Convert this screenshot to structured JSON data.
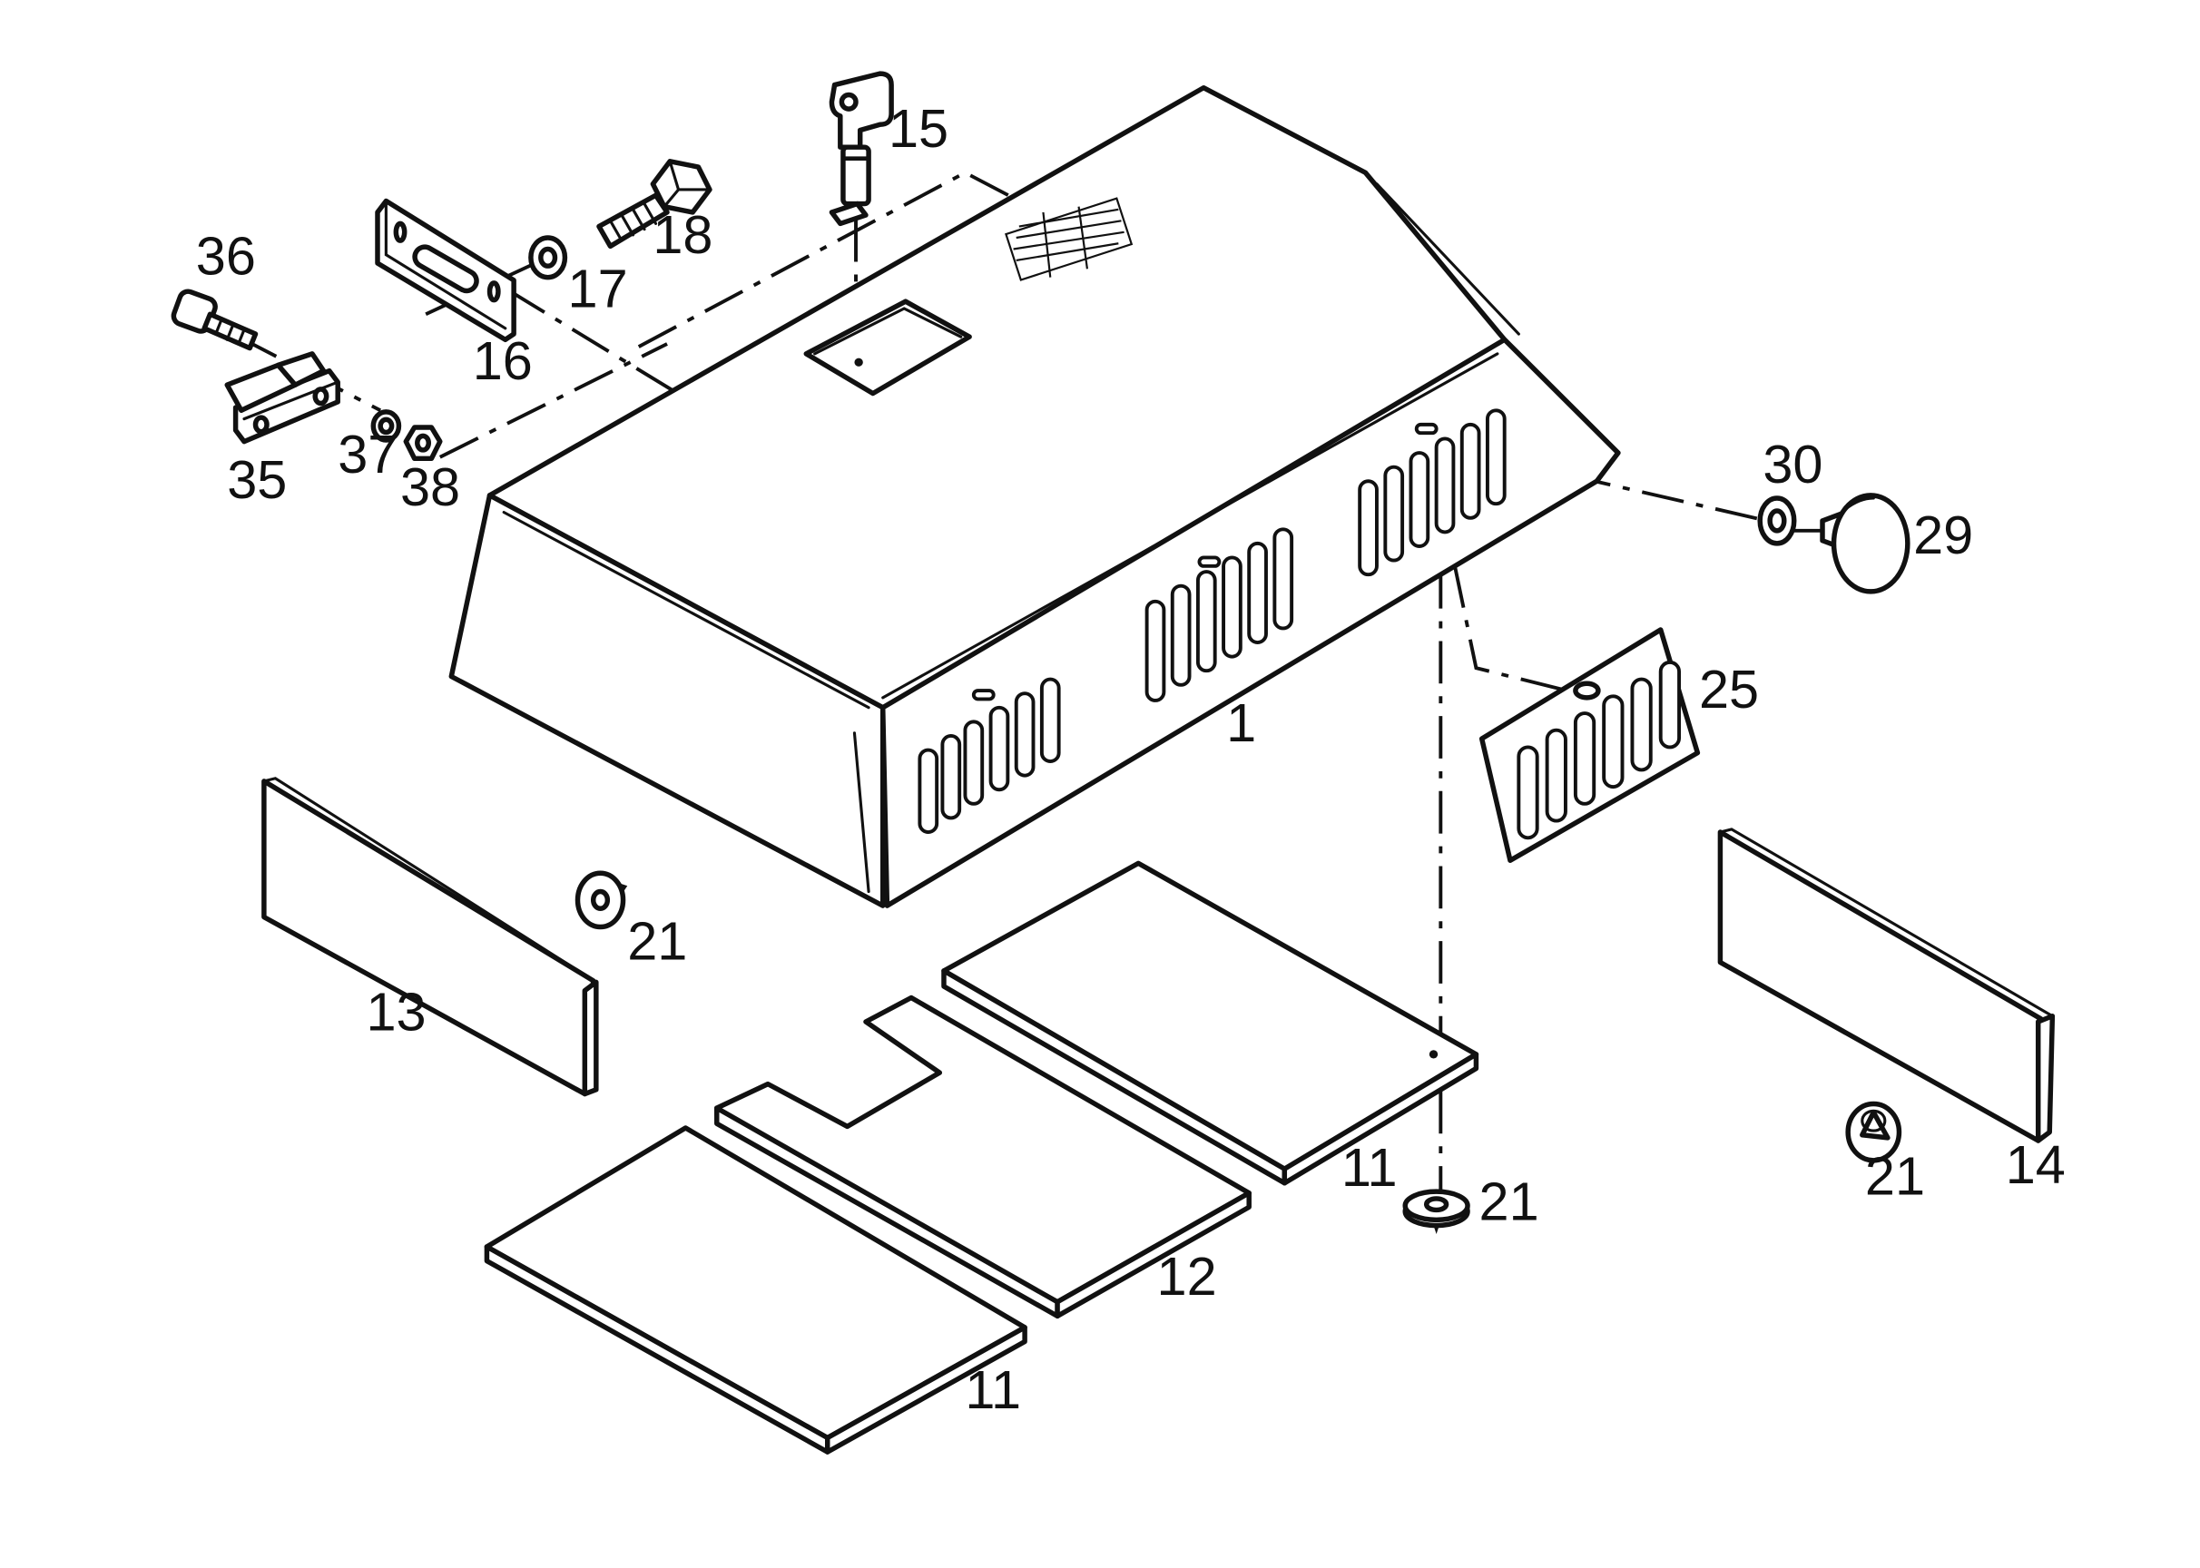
{
  "colors": {
    "line": "#111111",
    "background": "#ffffff"
  },
  "parts": [
    {
      "id": "1",
      "label": "1"
    },
    {
      "id": "11a",
      "label": "11"
    },
    {
      "id": "11b",
      "label": "11"
    },
    {
      "id": "12",
      "label": "12"
    },
    {
      "id": "13",
      "label": "13"
    },
    {
      "id": "14",
      "label": "14"
    },
    {
      "id": "15",
      "label": "15"
    },
    {
      "id": "16",
      "label": "16"
    },
    {
      "id": "17",
      "label": "17"
    },
    {
      "id": "18",
      "label": "18"
    },
    {
      "id": "21a",
      "label": "21"
    },
    {
      "id": "21b",
      "label": "21"
    },
    {
      "id": "21c",
      "label": "21"
    },
    {
      "id": "25",
      "label": "25"
    },
    {
      "id": "29",
      "label": "29"
    },
    {
      "id": "30",
      "label": "30"
    },
    {
      "id": "35",
      "label": "35"
    },
    {
      "id": "36",
      "label": "36"
    },
    {
      "id": "37",
      "label": "37"
    },
    {
      "id": "38",
      "label": "38"
    }
  ]
}
